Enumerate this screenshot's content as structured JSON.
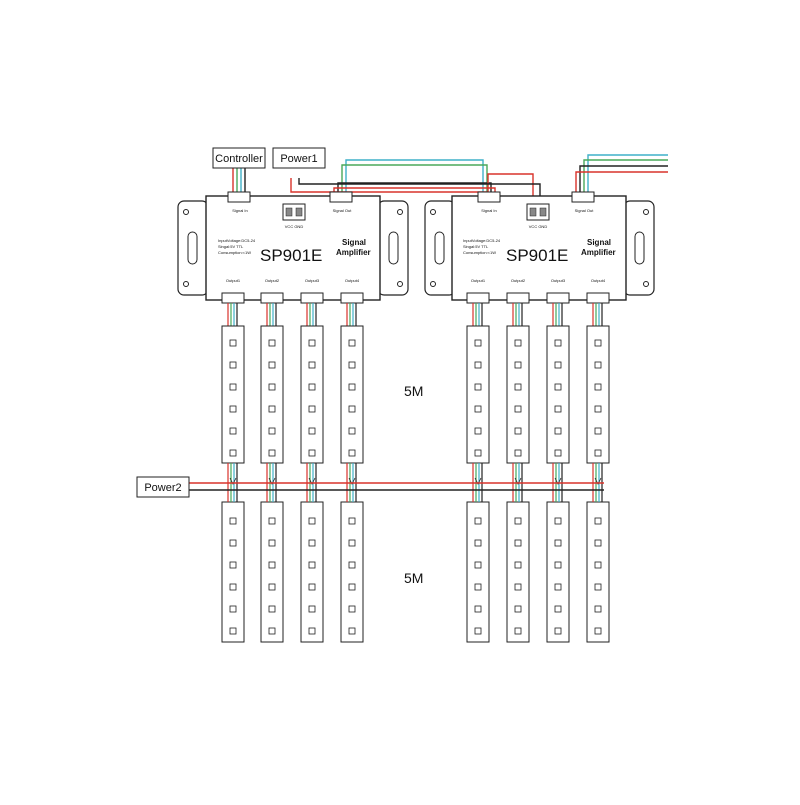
{
  "labels": {
    "controller": "Controller",
    "power1": "Power1",
    "power2": "Power2",
    "length_top": "5M",
    "length_bottom": "5M"
  },
  "amplifier": {
    "model": "SP901E",
    "function_line1": "Signal",
    "function_line2": "Amplifier",
    "spec_line1": "InputVoltage:DC5-24",
    "spec_line2": "Singal:5V TTL",
    "spec_line3": "Consumption:<1W",
    "signal_in": "Signal In",
    "signal_out": "Signal Out",
    "power_terminal": "VCC GND",
    "outputs": [
      "Output1",
      "Output2",
      "Output3",
      "Output4"
    ]
  },
  "colors": {
    "wire_red": "#d9332b",
    "wire_cyan": "#3fb0c8",
    "wire_green": "#4aa85a",
    "wire_black": "#222222",
    "outline": "#222222"
  }
}
